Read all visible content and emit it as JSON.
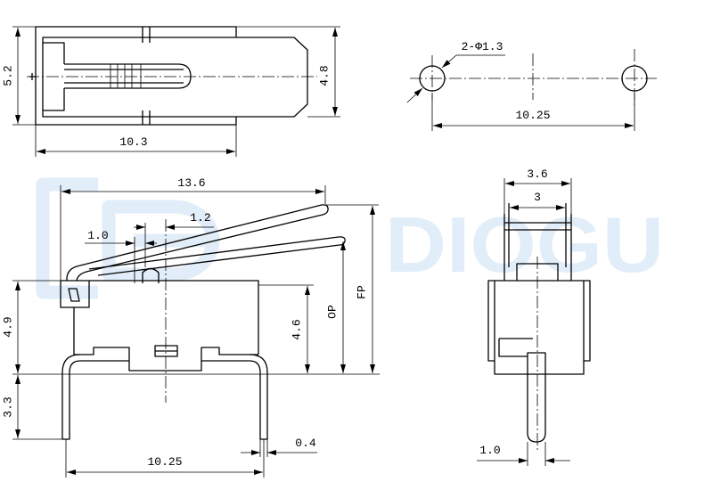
{
  "watermark": {
    "text": "DIOGU"
  },
  "top_view": {
    "height_dim": "5.2",
    "lever_width_dim": "4.8",
    "length_dim": "10.3"
  },
  "hole_pattern": {
    "hole_callout": "2-Φ1.3",
    "pitch_dim": "10.25"
  },
  "side_view": {
    "overall_length_dim": "13.6",
    "plunger_dim_1_2": "1.2",
    "plunger_dim_1_0": "1.0",
    "body_height_dim": "4.9",
    "terminal_length_dim": "3.3",
    "height_dim_4_6": "4.6",
    "operating_position_label": "OP",
    "free_position_label": "FP",
    "terminal_thickness_dim": "0.4",
    "terminal_pitch_dim": "10.25"
  },
  "end_view": {
    "width_dim": "3.6",
    "actuator_width_dim": "3",
    "terminal_width_dim": "1.0"
  },
  "colors": {
    "line": "#000000",
    "watermark": "#e1edf8",
    "background": "#ffffff"
  }
}
